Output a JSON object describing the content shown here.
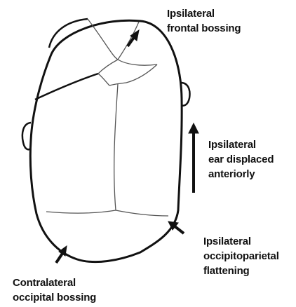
{
  "labels": {
    "frontal_bossing": {
      "line1": "Ipsilateral",
      "line2": "frontal bossing"
    },
    "ear_displaced": {
      "line1": "Ipsilateral",
      "line2": "ear displaced",
      "line3": "anteriorly"
    },
    "occipitoparietal_flattening": {
      "line1": "Ipsilateral",
      "line2": "occipitoparietal",
      "line3": "flattening"
    },
    "occipital_bossing": {
      "line1": "Contralateral",
      "line2": "occipital bossing"
    }
  },
  "colors": {
    "ink": "#111111",
    "suture": "#555555",
    "background": "#ffffff"
  }
}
